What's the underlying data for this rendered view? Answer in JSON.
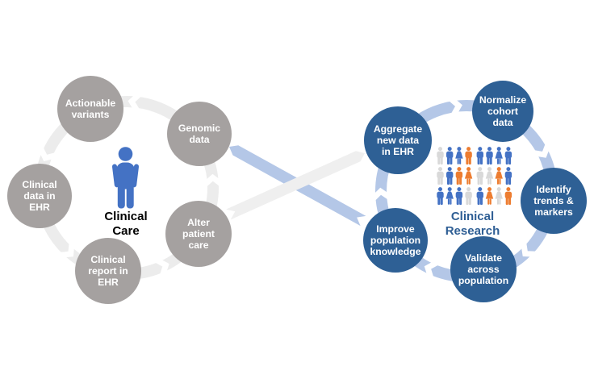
{
  "diagram": {
    "left_cycle": {
      "label": "Clinical\nCare",
      "nodes": [
        {
          "id": "actionable-variants",
          "label": "Actionable\nvariants"
        },
        {
          "id": "genomic-data",
          "label": "Genomic\ndata"
        },
        {
          "id": "clinical-data-in-ehr",
          "label": "Clinical\ndata in\nEHR"
        },
        {
          "id": "clinical-report-in-ehr",
          "label": "Clinical\nreport in\nEHR"
        },
        {
          "id": "alter-patient-care",
          "label": "Alter\npatient\ncare"
        }
      ]
    },
    "right_cycle": {
      "label": "Clinical\nResearch",
      "nodes": [
        {
          "id": "aggregate-new-data-in-ehr",
          "label": "Aggregate\nnew data\nin EHR"
        },
        {
          "id": "normalize-cohort-data",
          "label": "Normalize\ncohort\ndata"
        },
        {
          "id": "identify-trends-markers",
          "label": "Identify\ntrends &\nmarkers"
        },
        {
          "id": "validate-across-population",
          "label": "Validate\nacross\npopulation"
        },
        {
          "id": "improve-population-knowledge",
          "label": "Improve\npopulation\nknowledge"
        }
      ]
    },
    "crowd": {
      "rows": [
        [
          "g-m",
          "b-m",
          "b-f",
          "o-m",
          "b-m",
          "b-m",
          "b-f",
          "b-m"
        ],
        [
          "g-m",
          "b-m",
          "o-m",
          "o-f",
          "g-m",
          "g-f",
          "o-f",
          "b-m"
        ],
        [
          "b-m",
          "b-f",
          "b-m",
          "g-m",
          "b-m",
          "o-f",
          "g-f",
          "o-m"
        ]
      ]
    },
    "palette": {
      "background": "#ffffff",
      "care_node": "#a5a1a0",
      "research_node": "#2e6095",
      "care_ring": "#ececec",
      "research_ring": "#b4c7e7",
      "band_to_care": "#b4c7e7",
      "band_to_research": "#efefef",
      "person": "#4472c4",
      "crowd_blue": "#4472c4",
      "crowd_orange": "#ed7d31",
      "crowd_gray": "#d9d9d9",
      "node_text": "#ffffff",
      "care_label_color": "#000000",
      "research_label_color": "#2e5e94"
    }
  }
}
